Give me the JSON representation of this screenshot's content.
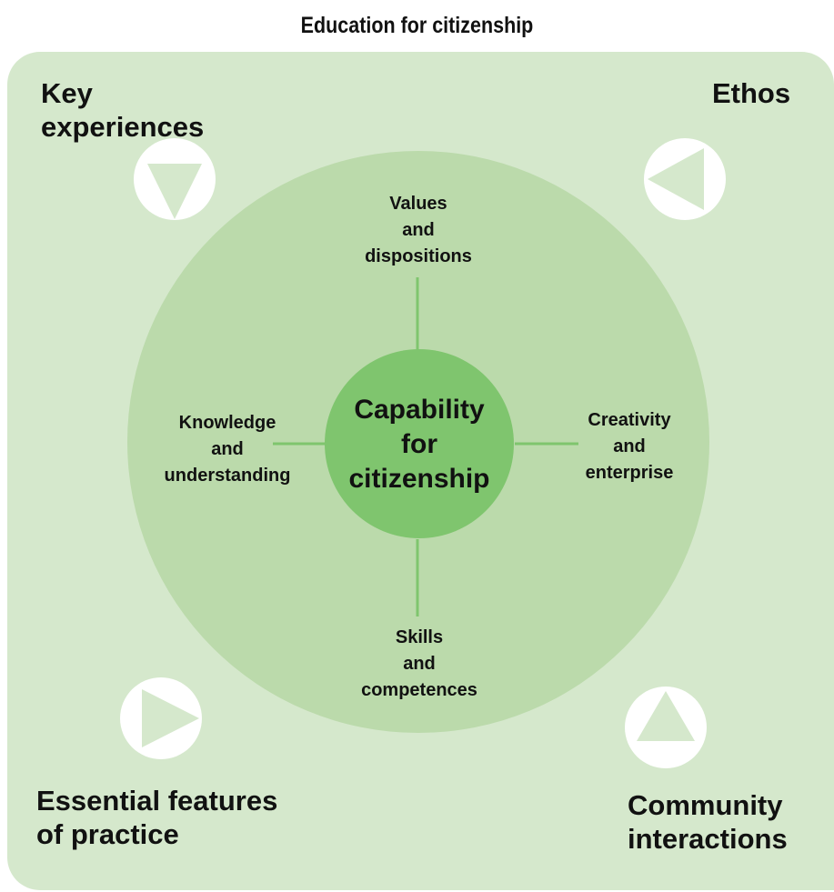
{
  "title": "Education for citizenship",
  "center": [
    "Capability",
    "for",
    "citizenship"
  ],
  "dimensions": {
    "top": [
      "Values",
      "and",
      "dispositions"
    ],
    "left": [
      "Knowledge",
      "and",
      "understanding"
    ],
    "right": [
      "Creativity",
      "and",
      "enterprise"
    ],
    "bottom": [
      "Skills",
      "and",
      "competences"
    ]
  },
  "corners": {
    "top_left": [
      "Key",
      "experiences"
    ],
    "top_right": [
      "Ethos"
    ],
    "bottom_left": [
      "Essential features",
      "of practice"
    ],
    "bottom_right": [
      "Community",
      "interactions"
    ]
  },
  "icons": {
    "top_left": "triangle-down-icon",
    "top_right": "triangle-left-icon",
    "bottom_left": "triangle-right-icon",
    "bottom_right": "triangle-up-icon"
  },
  "colors": {
    "panel": "#d5e8cc",
    "outer_circle": "#bbdaab",
    "inner_circle": "#7fc56e",
    "connector": "#7fc56e",
    "icon_circle": "#ffffff",
    "icon_triangle": "#d5e8cc"
  }
}
